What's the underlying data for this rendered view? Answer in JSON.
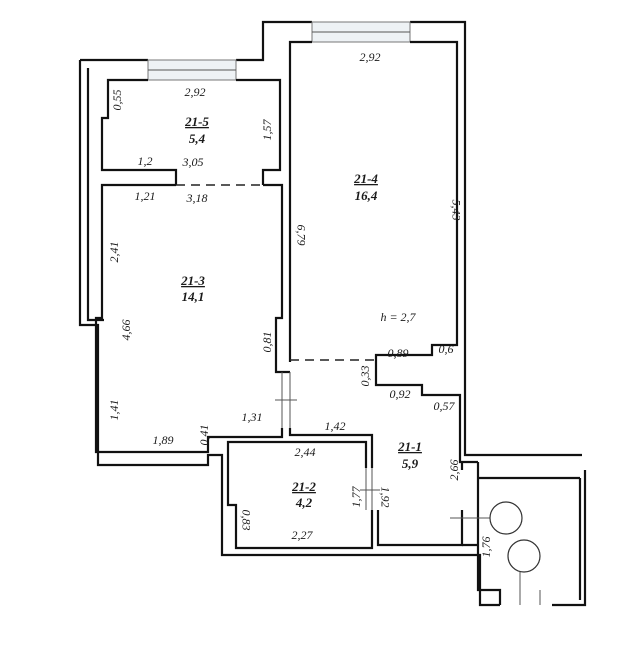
{
  "plan": {
    "height_note": "h = 2,7",
    "rooms": [
      {
        "id": "21-5",
        "area": "5,4"
      },
      {
        "id": "21-4",
        "area": "16,4"
      },
      {
        "id": "21-3",
        "area": "14,1"
      },
      {
        "id": "21-2",
        "area": "4,2"
      },
      {
        "id": "21-1",
        "area": "5,9"
      }
    ],
    "dimensions": {
      "r5_top": "2,92",
      "r5_left": "0,55",
      "r5_right": "1,57",
      "r5_bl": "1,2",
      "r5_bottom": "3,05",
      "r3_tl": "1,21",
      "r3_top": "3,18",
      "r3_left_upper": "2,41",
      "r3_left": "4,66",
      "r3_right": "0,81",
      "r3_left_lower": "1,41",
      "r3_bottom": "1,89",
      "r3_step": "0,41",
      "r3_bottom_right": "1,31",
      "r4_top": "2,92",
      "r4_left": "6,79",
      "r4_right": "5,43",
      "r4_b1": "0,89",
      "r4_b2": "0,6",
      "r1_step": "0,33",
      "r1_top1": "0,92",
      "r1_top2": "0,57",
      "r1_top": "1,42",
      "r1_right": "2,66",
      "r1_door": "1,92",
      "r2_top": "2,44",
      "r2_left": "0,83",
      "r2_bottom": "2,27",
      "r2_right": "1,77",
      "bath_door": "1,76"
    }
  }
}
